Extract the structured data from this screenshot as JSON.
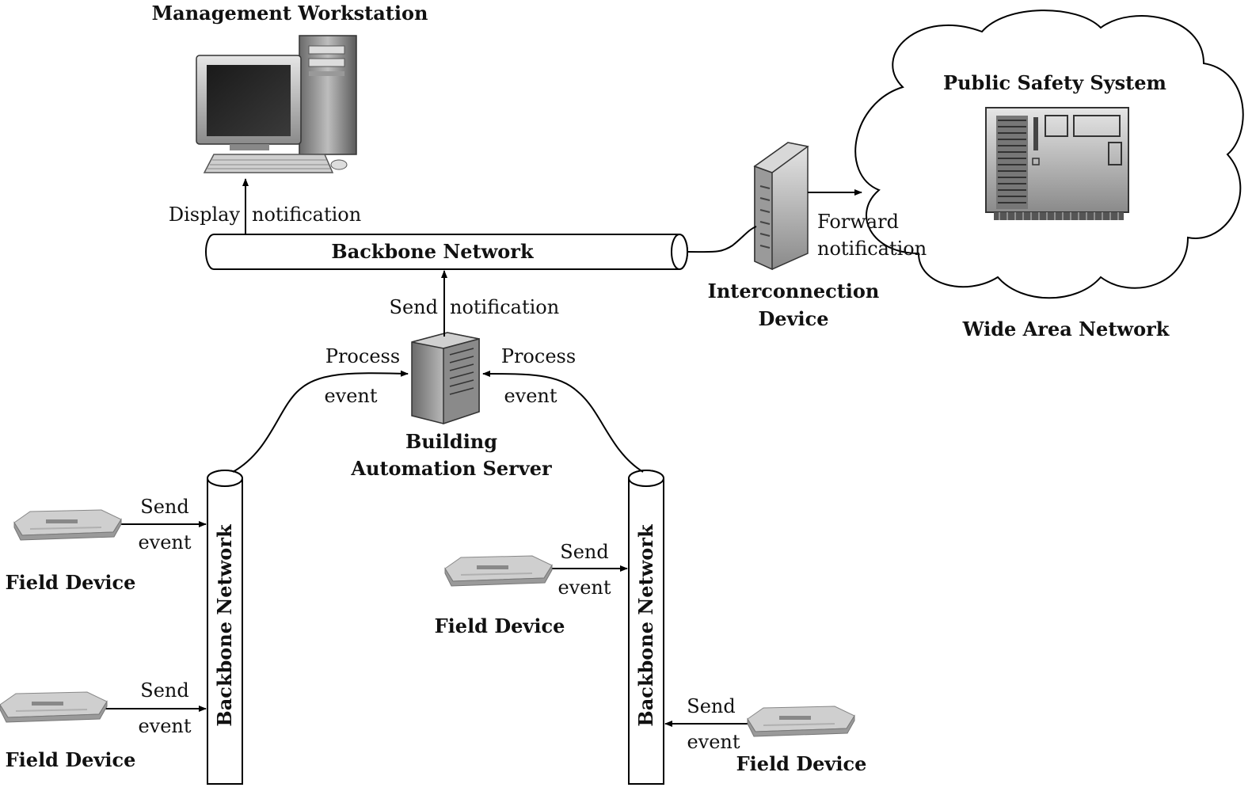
{
  "labels": {
    "management_workstation": "Management Workstation",
    "public_safety_system": "Public Safety System",
    "wide_area_network": "Wide Area Network",
    "backbone_network_top": "Backbone Network",
    "backbone_network_left": "Backbone Network",
    "backbone_network_right": "Backbone Network",
    "interconnection_device_line1": "Interconnection",
    "interconnection_device_line2": "Device",
    "building_automation_server_line1": "Building",
    "building_automation_server_line2": "Automation Server",
    "field_device_1": "Field Device",
    "field_device_2": "Field Device",
    "field_device_3": "Field Device",
    "field_device_4": "Field Device"
  },
  "flows": {
    "display": "Display",
    "display_notification": "notification",
    "send_notification_send": "Send",
    "send_notification_notification": "notification",
    "forward": "Forward",
    "forward_notification": "notification",
    "process_left": "Process",
    "event_left": "event",
    "process_right": "Process",
    "event_right": "event",
    "send1": "Send",
    "event1": "event",
    "send2": "Send",
    "event2": "event",
    "send3": "Send",
    "event3": "event",
    "send4": "Send",
    "event4": "event"
  },
  "icons": {
    "workstation": "computer-icon",
    "server": "server-tower-icon",
    "interconnection": "router-tower-icon",
    "public_safety": "control-panel-icon",
    "field_device": "field-device-icon",
    "cloud": "cloud-icon"
  }
}
